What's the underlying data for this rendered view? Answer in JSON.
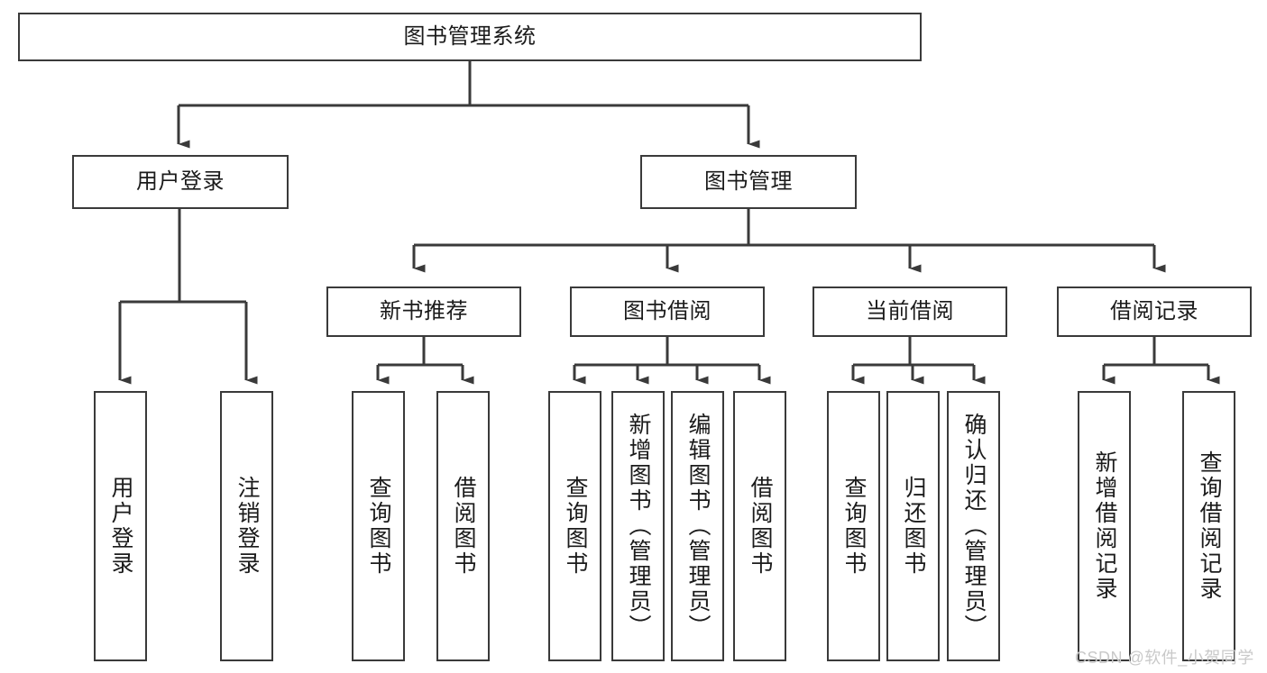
{
  "diagram": {
    "title": "图书管理系统",
    "type": "tree-hierarchy-chart",
    "orientation": "top-down",
    "line_color": "#3a3a3a",
    "box_border_color": "#3a3a3a",
    "box_fill_color": "#ffffff",
    "text_color": "#1b1b1b",
    "background_color": "#ffffff"
  },
  "watermark": {
    "text": "CSDN @软件_小贺同学",
    "color": "#c9c9c9"
  },
  "nodes": {
    "root": {
      "label": "图书管理系统"
    },
    "level2": [
      {
        "label": "用户登录"
      },
      {
        "label": "图书管理"
      }
    ],
    "level3": [
      {
        "label": "新书推荐"
      },
      {
        "label": "图书借阅"
      },
      {
        "label": "当前借阅"
      },
      {
        "label": "借阅记录"
      }
    ],
    "leaves": {
      "user_login": [
        {
          "label": "用户登录"
        },
        {
          "label": "注销登录"
        }
      ],
      "new_book_recommend": [
        {
          "label": "查询图书"
        },
        {
          "label": "借阅图书"
        }
      ],
      "book_borrow": [
        {
          "label": "查询图书"
        },
        {
          "label": "新增图书（管理员）"
        },
        {
          "label": "编辑图书（管理员）"
        },
        {
          "label": "借阅图书"
        }
      ],
      "current_borrow": [
        {
          "label": "查询图书"
        },
        {
          "label": "归还图书"
        },
        {
          "label": "确认归还（管理员）"
        }
      ],
      "borrow_record": [
        {
          "label": "新增借阅记录"
        },
        {
          "label": "查询借阅记录"
        }
      ]
    }
  }
}
